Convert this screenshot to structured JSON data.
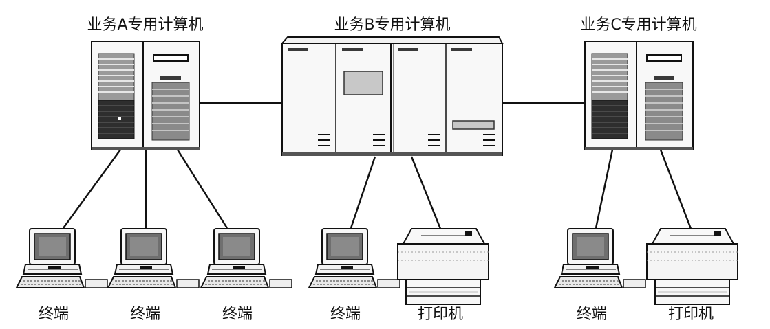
{
  "diagram": {
    "computers": [
      {
        "label": "业务A专用计算机"
      },
      {
        "label": "业务B专用计算机"
      },
      {
        "label": "业务C专用计算机"
      }
    ],
    "devices": [
      {
        "label": "终端"
      },
      {
        "label": "终端"
      },
      {
        "label": "终端"
      },
      {
        "label": "终端"
      },
      {
        "label": "打印机"
      },
      {
        "label": "终端"
      },
      {
        "label": "打印机"
      }
    ]
  },
  "colors": {
    "line": "#111111",
    "panel": "#f5f5f5",
    "screen": "#6f6f6f",
    "dark_block": "#2e2e2e"
  }
}
